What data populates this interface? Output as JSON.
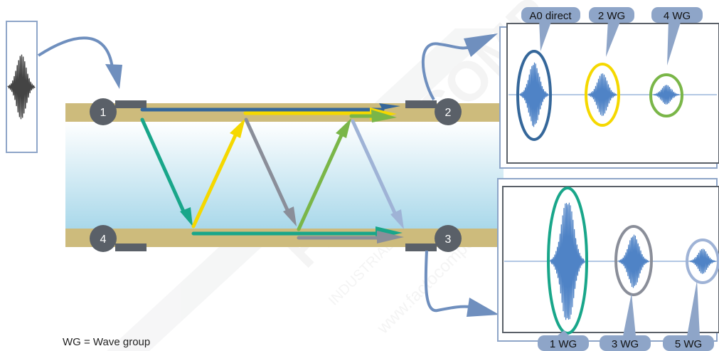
{
  "transducers": [
    {
      "id": "1",
      "label": "1"
    },
    {
      "id": "2",
      "label": "2"
    },
    {
      "id": "3",
      "label": "3"
    },
    {
      "id": "4",
      "label": "4"
    }
  ],
  "upper_panel": {
    "tags": [
      "A0 direct",
      "2 WG",
      "4 WG"
    ]
  },
  "lower_panel": {
    "tags": [
      "1 WG",
      "3 WG",
      "5 WG"
    ]
  },
  "legend": {
    "text": "WG = Wave group"
  },
  "watermark": {
    "brand": "FACTOCOMP",
    "line1": "INDUSTRIAL SUPPLIES AND MANUFACTURING",
    "line2": "www.factocomponents.co.th"
  },
  "colors": {
    "pipe_wall": "#cdbb7c",
    "pipe_inner_top": "#ffffff",
    "pipe_inner_bottom": "#a9d8ea",
    "transducer": "#5a6068",
    "panel_frame": "#8ea5c8",
    "tag_fill": "#8ea5c8",
    "waveform": "#4f83c6",
    "path_navy": "#35679a",
    "path_teal": "#19a68a",
    "path_yellow": "#f5d800",
    "path_gray": "#8a8e99",
    "path_green": "#7ab648",
    "path_light_blue": "#9fb3d6",
    "callout_arrow": "#6f8fbe"
  }
}
